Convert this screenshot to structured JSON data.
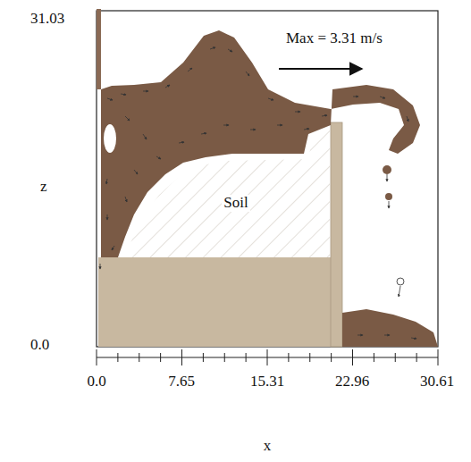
{
  "diagram": {
    "labels": [
      "31.03",
      "z",
      "0.0",
      "Max = 3.31 m/s",
      "Soil",
      "0.0",
      "7.65",
      "15.31",
      "22.96",
      "30.61",
      "x"
    ]
  }
}
